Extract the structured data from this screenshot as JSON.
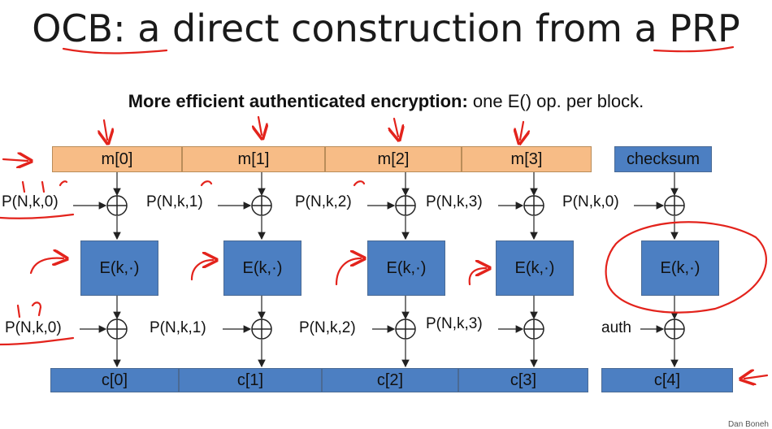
{
  "slide": {
    "title": "OCB:  a direct construction from a PRP",
    "subtitle_bold": "More efficient authenticated encryption:",
    "subtitle_rest": "  one E() op. per block.",
    "footer": "Dan Boneh"
  },
  "message_blocks": [
    "m[0]",
    "m[1]",
    "m[2]",
    "m[3]"
  ],
  "checksum_label": "checksum",
  "cipher_blocks": [
    "c[0]",
    "c[1]",
    "c[2]",
    "c[3]",
    "c[4]"
  ],
  "prp_label": "E(k,·)",
  "top_masks": [
    "P(N,k,0)",
    "P(N,k,1)",
    "P(N,k,2)",
    "P(N,k,3)",
    "P(N,k,0)"
  ],
  "bottom_masks": [
    "P(N,k,0)",
    "P(N,k,1)",
    "P(N,k,2)",
    "P(N,k,3)",
    "auth"
  ],
  "colors": {
    "message_fill": "#f7bc86",
    "block_fill": "#4c7fc2",
    "annotation": "#e3231c"
  }
}
